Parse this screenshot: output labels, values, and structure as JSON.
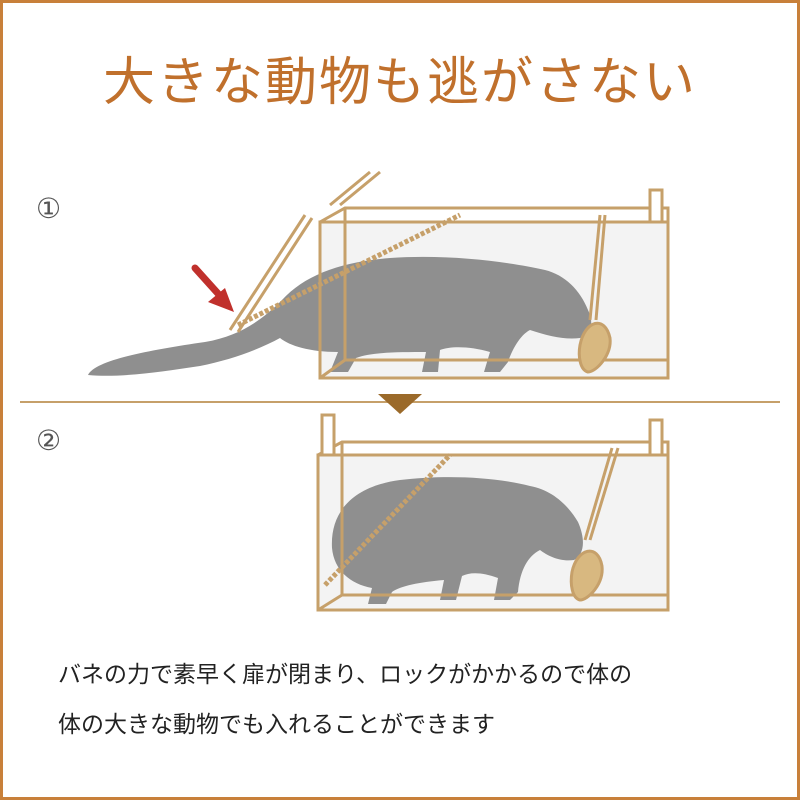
{
  "title": "大きな動物も逃がさない",
  "steps": {
    "first": "①",
    "second": "②"
  },
  "caption": {
    "line1": "バネの力で素早く扉が閉まり、ロックがかかるので体の",
    "line2": "体の大きな動物でも入れることができます"
  },
  "colors": {
    "accent": "#c0702c",
    "cage": "#c6a06a",
    "animal": "#8f8f8f",
    "arrow": "#c0302c",
    "pointer": "#9b6a2a"
  }
}
